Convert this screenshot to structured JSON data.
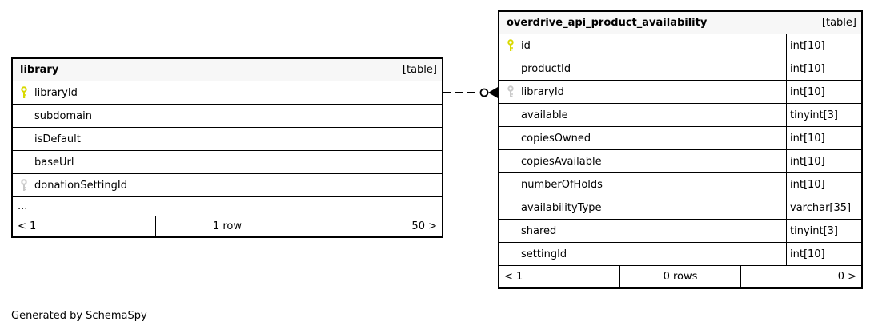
{
  "diagram": {
    "footer_note": "Generated by SchemaSpy",
    "ellipsis": "...",
    "connector": {
      "style": "dashed",
      "end_marker": "circle-arrow",
      "links": "library.libraryId to overdrive_api_product_availability.libraryId"
    },
    "colors": {
      "primary_key_icon": "#d9d900",
      "foreign_key_icon": "#c9c9c9",
      "header_bg": "#f7f7f7",
      "border": "#000000",
      "row_bg": "#ffffff"
    }
  },
  "tables": [
    {
      "name": "library",
      "badge": "[table]",
      "columns": [
        {
          "name": "libraryId",
          "key": "primary"
        },
        {
          "name": "subdomain",
          "key": "none"
        },
        {
          "name": "isDefault",
          "key": "none"
        },
        {
          "name": "baseUrl",
          "key": "none"
        },
        {
          "name": "donationSettingId",
          "key": "foreign"
        }
      ],
      "truncated": true,
      "pager": {
        "prev": "< 1",
        "rows": "1 row",
        "next": "50 >"
      }
    },
    {
      "name": "overdrive_api_product_availability",
      "badge": "[table]",
      "columns": [
        {
          "name": "id",
          "key": "primary",
          "type": "int[10]"
        },
        {
          "name": "productId",
          "key": "none",
          "type": "int[10]"
        },
        {
          "name": "libraryId",
          "key": "foreign",
          "type": "int[10]"
        },
        {
          "name": "available",
          "key": "none",
          "type": "tinyint[3]"
        },
        {
          "name": "copiesOwned",
          "key": "none",
          "type": "int[10]"
        },
        {
          "name": "copiesAvailable",
          "key": "none",
          "type": "int[10]"
        },
        {
          "name": "numberOfHolds",
          "key": "none",
          "type": "int[10]"
        },
        {
          "name": "availabilityType",
          "key": "none",
          "type": "varchar[35]"
        },
        {
          "name": "shared",
          "key": "none",
          "type": "tinyint[3]"
        },
        {
          "name": "settingId",
          "key": "none",
          "type": "int[10]"
        }
      ],
      "pager": {
        "prev": "< 1",
        "rows": "0 rows",
        "next": "0 >"
      }
    }
  ]
}
